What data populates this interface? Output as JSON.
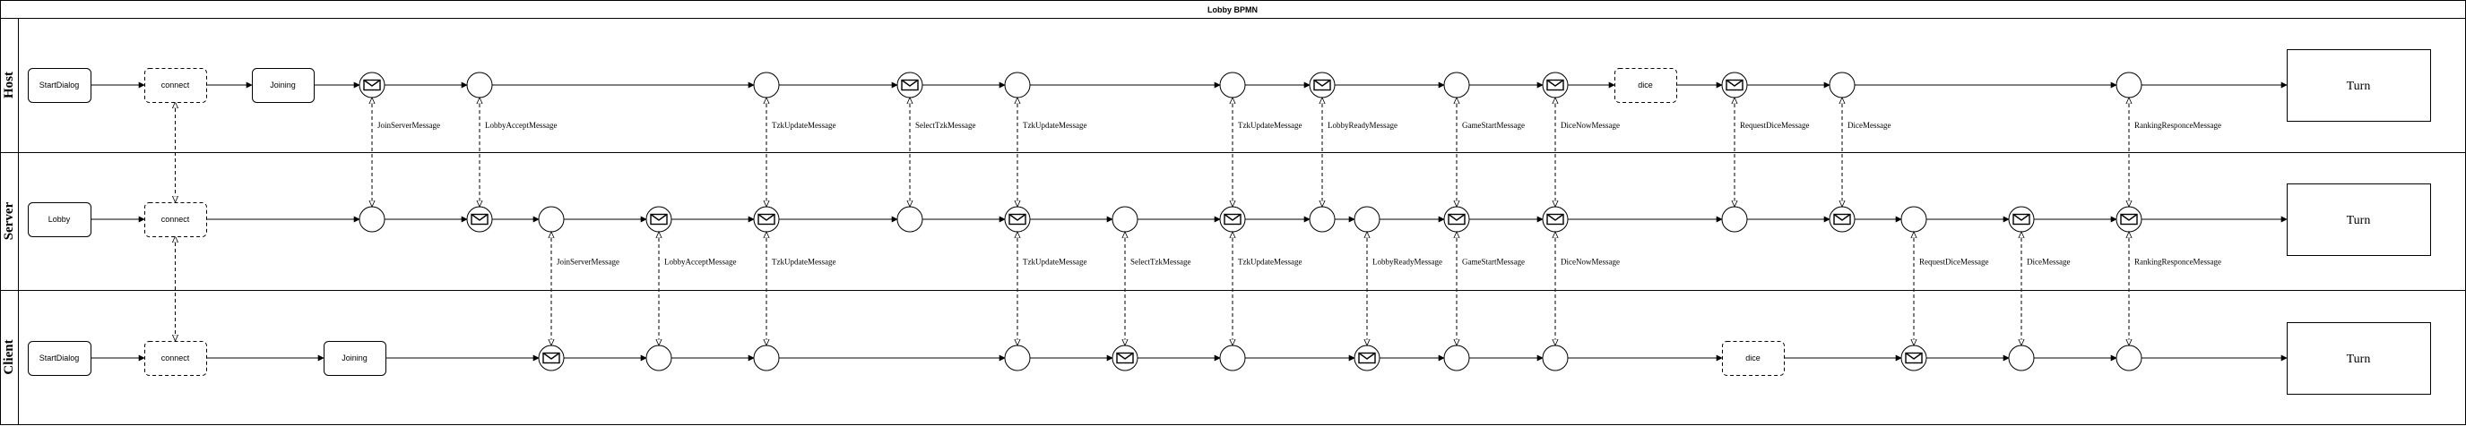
{
  "title": "Lobby BPMN",
  "lanes": {
    "host": {
      "label": "Host"
    },
    "server": {
      "label": "Server"
    },
    "client": {
      "label": "Client"
    }
  },
  "tasks": {
    "host": [
      {
        "id": "h_start",
        "label": "StartDialog",
        "style": "solid"
      },
      {
        "id": "h_connect",
        "label": "connect",
        "style": "dashed"
      },
      {
        "id": "h_joining",
        "label": "Joining",
        "style": "solid"
      },
      {
        "id": "h_dice",
        "label": "dice",
        "style": "dashed"
      },
      {
        "id": "h_turn",
        "label": "Turn",
        "style": "big"
      }
    ],
    "server": [
      {
        "id": "s_lobby",
        "label": "Lobby",
        "style": "solid"
      },
      {
        "id": "s_connect",
        "label": "connect",
        "style": "dashed"
      },
      {
        "id": "s_turn",
        "label": "Turn",
        "style": "big"
      }
    ],
    "client": [
      {
        "id": "c_start",
        "label": "StartDialog",
        "style": "solid"
      },
      {
        "id": "c_connect",
        "label": "connect",
        "style": "dashed"
      },
      {
        "id": "c_joining",
        "label": "Joining",
        "style": "solid"
      },
      {
        "id": "c_dice",
        "label": "dice",
        "style": "dashed"
      },
      {
        "id": "c_turn",
        "label": "Turn",
        "style": "big"
      }
    ]
  },
  "messages": {
    "host_server": [
      "JoinServerMessage",
      "LobbyAcceptMessage",
      "TzkUpdateMessage",
      "SelectTzkMessage",
      "TzkUpdateMessage",
      "TzkUpdateMessage",
      "LobbyReadyMessage",
      "GameStartMessage",
      "DiceNowMessage",
      "RequestDiceMessage",
      "DiceMessage",
      "RankingResponceMessage"
    ],
    "server_client": [
      "JoinServerMessage",
      "LobbyAcceptMessage",
      "TzkUpdateMessage",
      "TzkUpdateMessage",
      "SelectTzkMessage",
      "TzkUpdateMessage",
      "LobbyReadyMessage",
      "GameStartMessage",
      "DiceNowMessage",
      "RequestDiceMessage",
      "DiceMessage",
      "RankingResponceMessage"
    ]
  }
}
